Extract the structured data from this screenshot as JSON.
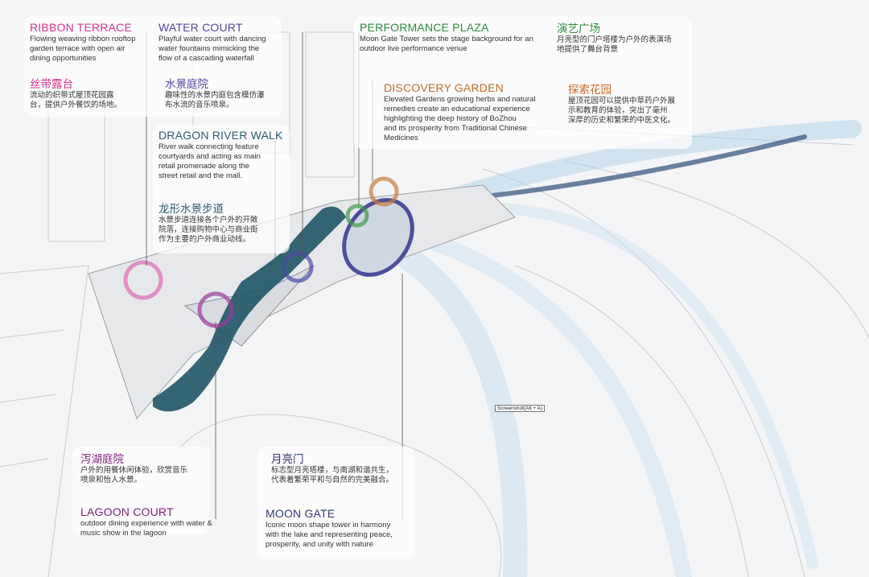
{
  "colors": {
    "ribbon": "#d6338f",
    "water": "#4b4aa6",
    "dragon": "#2f5a6e",
    "performance": "#2e8b3e",
    "discovery": "#c66a2a",
    "lagoon": "#7a1f78",
    "moon": "#2f3a78"
  },
  "labels": {
    "ribbon_terrace": {
      "title": "RIBBON TERRACE",
      "text": "Flowing weaving ribbon rooftop\ngarden terrace with open air\ndining opportunities",
      "cn_title": "丝带露台",
      "cn_text": "流动的织带式屋顶花园露\n台，提供户外餐饮的场地。"
    },
    "water_court": {
      "title": "WATER COURT",
      "text": "Playful water court with dancing\nwater fountains mimicking the\nflow of a cascading waterfall",
      "cn_title": "水景庭院",
      "cn_text": "趣味性的水景内庭包含模仿瀑\n布水流的音乐喷泉。"
    },
    "dragon_river_walk": {
      "title": "DRAGON RIVER WALK",
      "text": "River walk connecting feature\ncourtyards and acting as main\nretail promenade along the\nstreet retail and the mall.",
      "cn_title": "龙形水景步道",
      "cn_text": "水景步道连接各个户外的开敞\n院落，连接购物中心与商业街\n作为主要的户外商业动线。"
    },
    "performance_plaza": {
      "title": "PERFORMANCE PLAZA",
      "text": "Moon Gate Tower sets the stage background for an\noutdoor live performance venue",
      "cn_title": "演艺广场",
      "cn_text": "月亮型的门户塔楼为户外的表演场\n地提供了舞台背景"
    },
    "discovery_garden": {
      "title": "DISCOVERY GARDEN",
      "text": "Elevated Gardens growing herbs and natural\nremedies create an educational experience\nhighlighting the deep history of BoZhou\nand its prosperity from Traditional Chinese\nMedicines",
      "cn_title": "探索花园",
      "cn_text": "屋顶花园可以提供中草药户外展\n示和教育的体验，突出了毫州\n深厚的历史和繁荣的中医文化。"
    },
    "lagoon_court": {
      "title": "LAGOON COURT",
      "text": "outdoor dining experience with water &\nmusic show in the lagoon",
      "cn_title": "泻湖庭院",
      "cn_text": "户外的用餐休闲体验，欣赏音乐\n喷泉和怡人水景。"
    },
    "moon_gate": {
      "title": "MOON GATE",
      "text": "Iconic moon shape tower in harmony\nwith the lake and representing peace,\nprosperity, and unity with nature",
      "cn_title": "月亮门",
      "cn_text": "标志型月亮塔楼，与南湖和谐共生，\n代表着繁荣平和与自然的完美融合。"
    }
  },
  "tooltip": "Screenshot(Alt + A)"
}
